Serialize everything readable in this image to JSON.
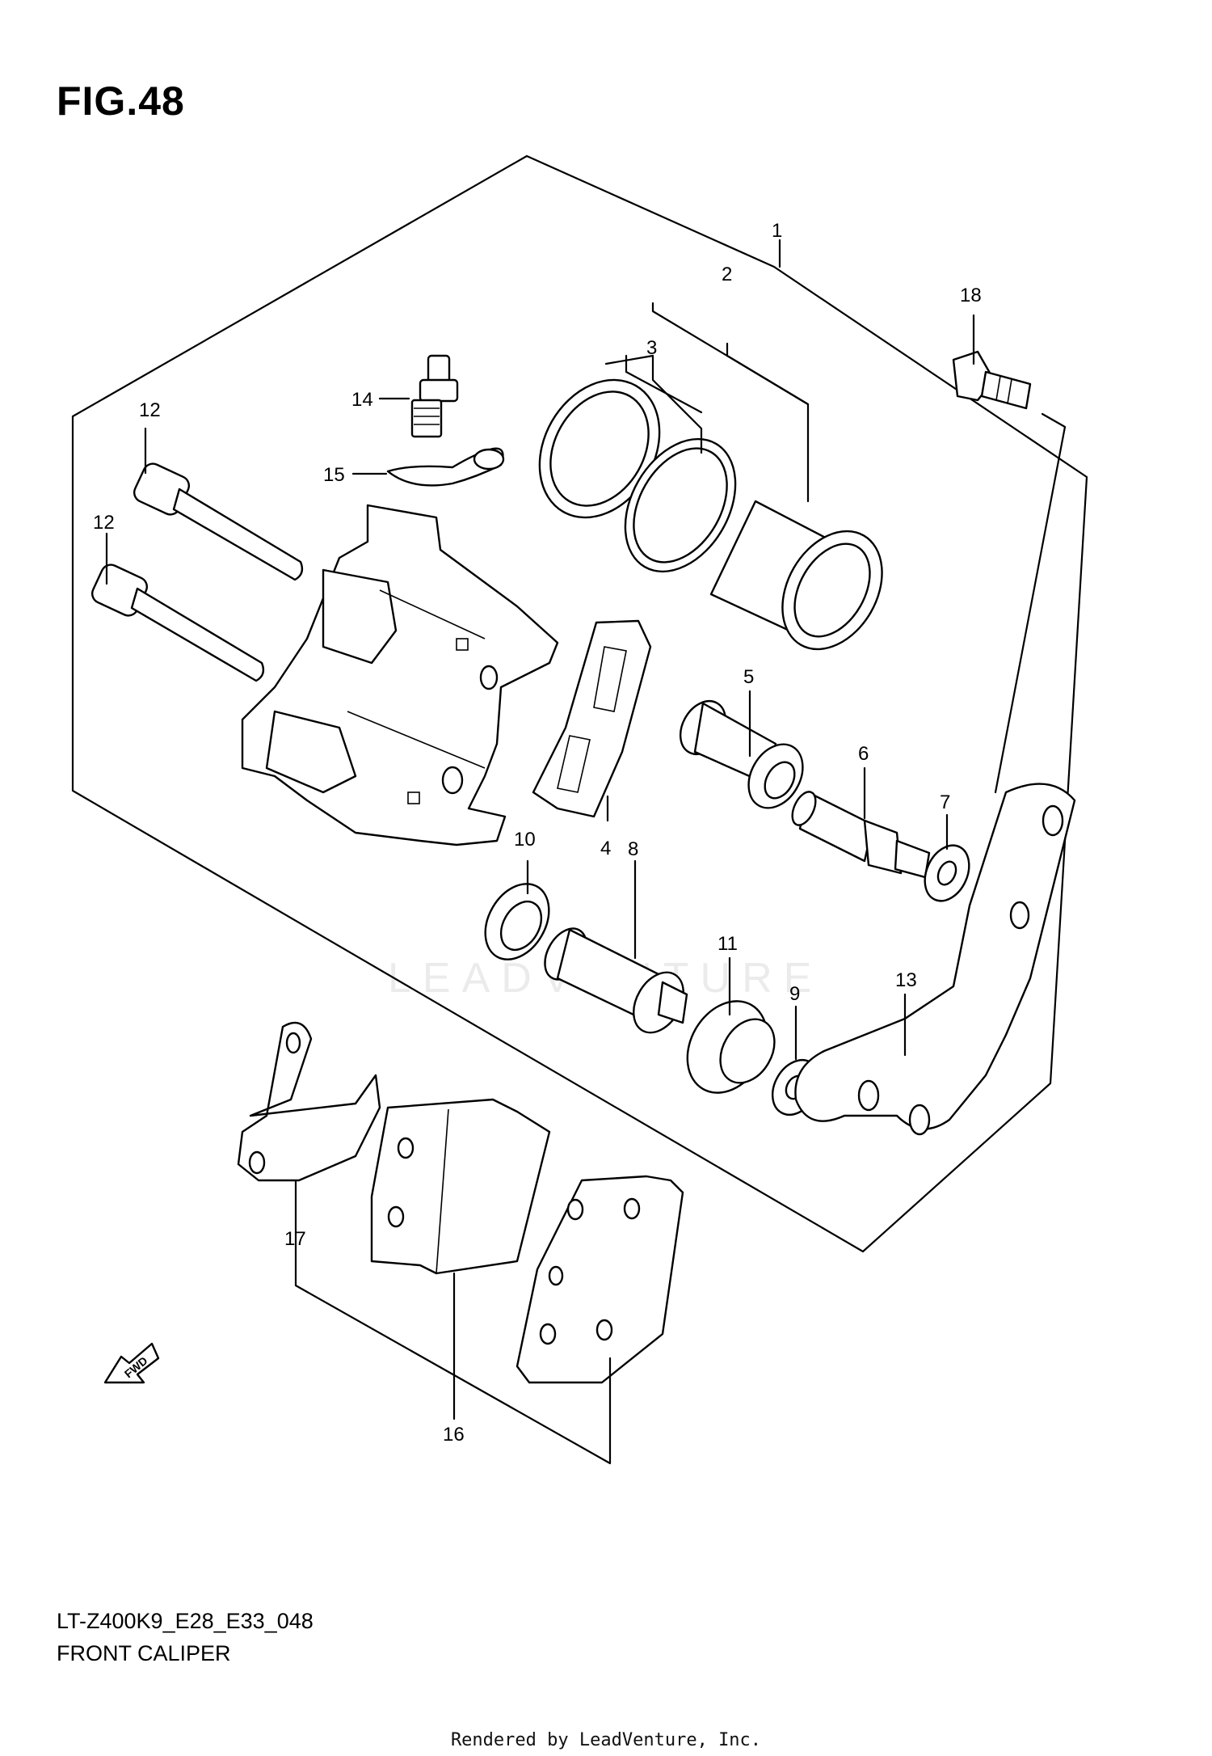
{
  "figure": {
    "title": "FIG.48",
    "model_code": "LT-Z400K9_E28_E33_048",
    "caption": "FRONT CALIPER",
    "footer": "Rendered by LeadVenture, Inc.",
    "watermark": "LEADVENTURE"
  },
  "callouts": [
    "1",
    "2",
    "3",
    "4",
    "5",
    "6",
    "7",
    "8",
    "9",
    "10",
    "11",
    "12",
    "12",
    "13",
    "14",
    "15",
    "16",
    "17",
    "18"
  ],
  "fwd_label": "FWD"
}
